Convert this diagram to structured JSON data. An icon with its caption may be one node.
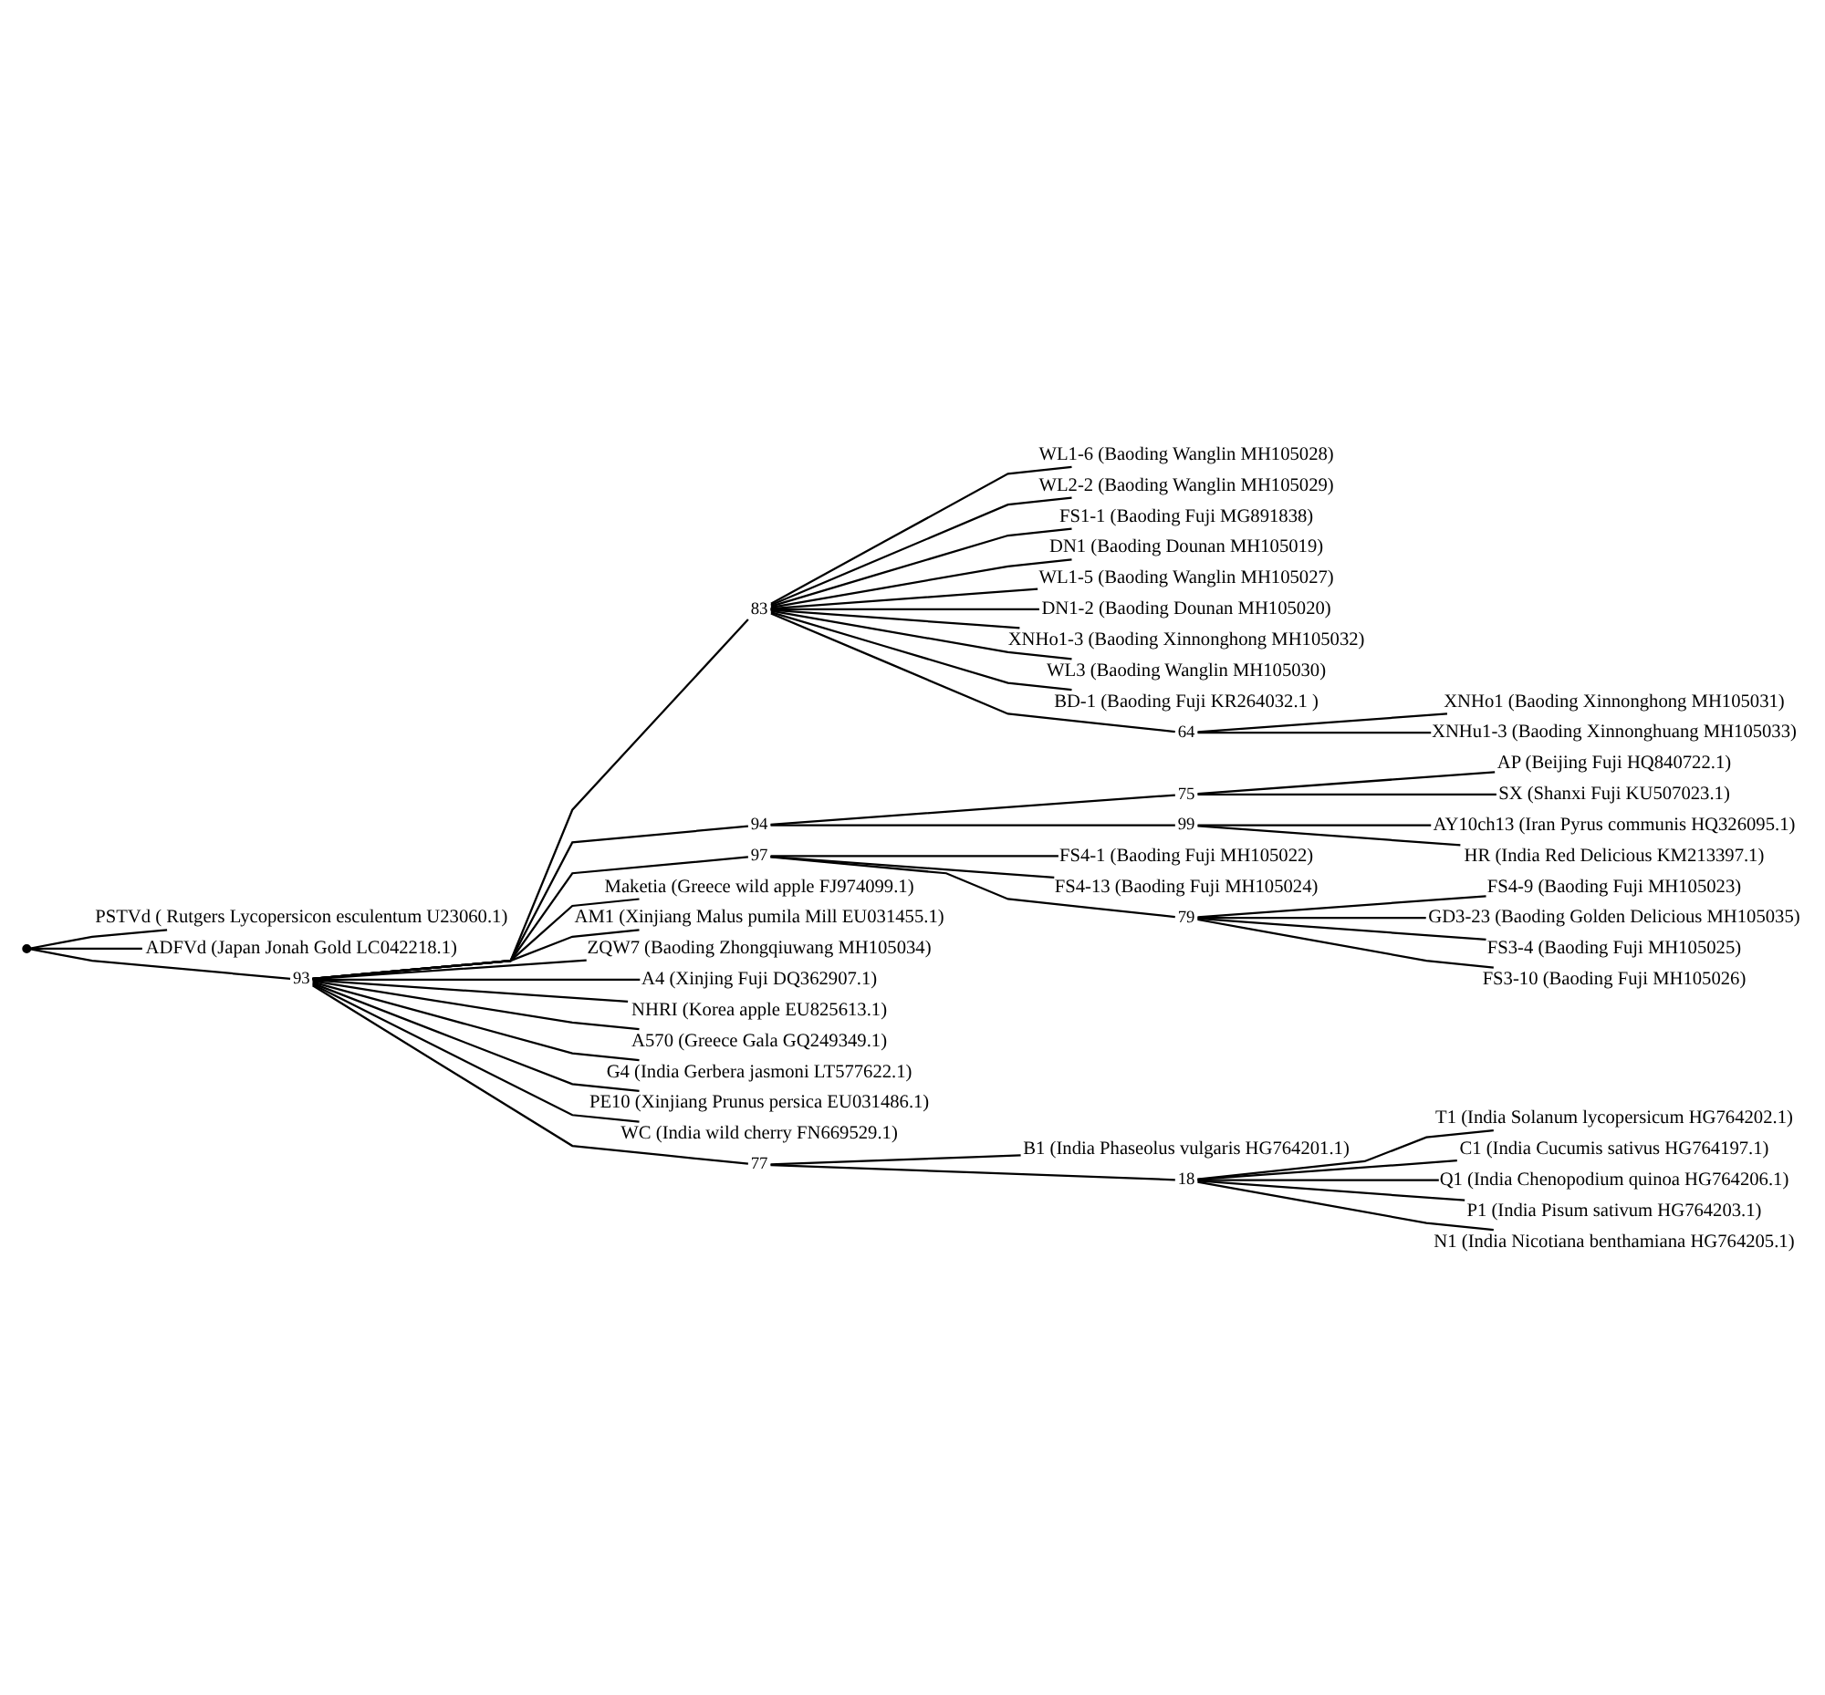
{
  "diagram": {
    "nodes": [
      {
        "text": [],
        "shape": "point"
      },
      {
        "text": [
          "PSTVd ( Rutgers Lycopersicon esculentum U23060.1)"
        ]
      },
      {
        "text": [
          "ADFVd (Japan Jonah Gold LC042218.1)"
        ]
      },
      {
        "text": [
          "93"
        ]
      },
      {
        "text": [
          "83"
        ]
      },
      {
        "text": [
          "WL1-6 (Baoding Wanglin MH105028)"
        ]
      },
      {
        "text": [
          "WL2-2 (Baoding Wanglin MH105029)"
        ]
      },
      {
        "text": [
          "FS1-1 (Baoding Fuji MG891838)"
        ]
      },
      {
        "text": [
          "DN1 (Baoding Dounan MH105019)"
        ]
      },
      {
        "text": [
          "WL1-5 (Baoding Wanglin MH105027)"
        ]
      },
      {
        "text": [
          "DN1-2 (Baoding Dounan MH105020)"
        ]
      },
      {
        "text": [
          "XNHo1-3 (Baoding Xinnonghong MH105032)"
        ]
      },
      {
        "text": [
          "WL3 (Baoding Wanglin MH105030)"
        ]
      },
      {
        "text": [
          "BD-1 (Baoding Fuji KR264032.1 )"
        ]
      },
      {
        "text": [
          "64"
        ]
      },
      {
        "text": [
          "XNHo1 (Baoding Xinnonghong MH105031)"
        ]
      },
      {
        "text": [
          "XNHu1-3 (Baoding Xinnonghuang MH105033)"
        ]
      },
      {
        "text": [
          "94"
        ]
      },
      {
        "text": [
          "75"
        ]
      },
      {
        "text": [
          "AP (Beijing Fuji HQ840722.1)"
        ]
      },
      {
        "text": [
          "SX (Shanxi Fuji KU507023.1)"
        ]
      },
      {
        "text": [
          "99"
        ]
      },
      {
        "text": [
          "AY10ch13 (Iran Pyrus communis HQ326095.1)"
        ]
      },
      {
        "text": [
          "HR (India Red Delicious KM213397.1)"
        ]
      },
      {
        "text": [
          "97"
        ]
      },
      {
        "text": [
          "FS4-1 (Baoding Fuji MH105022)"
        ]
      },
      {
        "text": [
          "FS4-13 (Baoding Fuji MH105024)"
        ]
      },
      {
        "text": [
          "79"
        ]
      },
      {
        "text": [
          "FS4-9 (Baoding Fuji MH105023)"
        ]
      },
      {
        "text": [
          "GD3-23 (Baoding Golden Delicious MH105035)"
        ]
      },
      {
        "text": [
          "FS3-4 (Baoding Fuji MH105025)"
        ]
      },
      {
        "text": [
          "FS3-10 (Baoding Fuji MH105026)"
        ]
      },
      {
        "text": [
          "Maketia (Greece wild apple FJ974099.1)"
        ]
      },
      {
        "text": [
          "AM1 (Xinjiang Malus pumila Mill EU031455.1)"
        ]
      },
      {
        "text": [
          "ZQW7 (Baoding Zhongqiuwang MH105034)"
        ]
      },
      {
        "text": [
          "A4 (Xinjing Fuji DQ362907.1)"
        ]
      },
      {
        "text": [
          "NHRI (Korea apple EU825613.1)"
        ]
      },
      {
        "text": [
          "A570 (Greece Gala GQ249349.1)"
        ]
      },
      {
        "text": [
          "G4 (India Gerbera jasmoni LT577622.1)"
        ]
      },
      {
        "text": [
          "PE10 (Xinjiang Prunus persica EU031486.1)"
        ]
      },
      {
        "text": [
          "WC (India wild cherry FN669529.1)"
        ]
      },
      {
        "text": [
          "77"
        ]
      },
      {
        "text": [
          "B1 (India Phaseolus vulgaris HG764201.1)"
        ]
      },
      {
        "text": [
          "18"
        ]
      },
      {
        "text": [
          "T1 (India Solanum lycopersicum HG764202.1)"
        ]
      },
      {
        "text": [
          "C1 (India Cucumis sativus HG764197.1)"
        ]
      },
      {
        "text": [
          "Q1 (India Chenopodium quinoa HG764206.1)"
        ]
      },
      {
        "text": [
          "P1 (India Pisum sativum HG764203.1)"
        ]
      },
      {
        "text": [
          "N1 (India Nicotiana benthamiana HG764205.1)"
        ]
      }
    ],
    "edges": [
      {
        "from": 0,
        "to": 1,
        "arrow": "none"
      },
      {
        "from": 0,
        "to": 2,
        "arrow": "none"
      },
      {
        "from": 0,
        "to": 3,
        "arrow": "none"
      },
      {
        "from": 3,
        "to": 4,
        "arrow": "none"
      },
      {
        "from": 4,
        "to": 5,
        "arrow": "none"
      },
      {
        "from": 4,
        "to": 6,
        "arrow": "none"
      },
      {
        "from": 4,
        "to": 7,
        "arrow": "none"
      },
      {
        "from": 4,
        "to": 8,
        "arrow": "none"
      },
      {
        "from": 4,
        "to": 9,
        "arrow": "none"
      },
      {
        "from": 4,
        "to": 10,
        "arrow": "none"
      },
      {
        "from": 4,
        "to": 11,
        "arrow": "none"
      },
      {
        "from": 4,
        "to": 12,
        "arrow": "none"
      },
      {
        "from": 4,
        "to": 13,
        "arrow": "none"
      },
      {
        "from": 4,
        "to": 14,
        "arrow": "none"
      },
      {
        "from": 14,
        "to": 15,
        "arrow": "none"
      },
      {
        "from": 14,
        "to": 16,
        "arrow": "none"
      },
      {
        "from": 3,
        "to": 17,
        "arrow": "none"
      },
      {
        "from": 17,
        "to": 18,
        "arrow": "none"
      },
      {
        "from": 18,
        "to": 19,
        "arrow": "none"
      },
      {
        "from": 18,
        "to": 20,
        "arrow": "none"
      },
      {
        "from": 17,
        "to": 21,
        "arrow": "none"
      },
      {
        "from": 21,
        "to": 22,
        "arrow": "none"
      },
      {
        "from": 21,
        "to": 23,
        "arrow": "none"
      },
      {
        "from": 3,
        "to": 24,
        "arrow": "none"
      },
      {
        "from": 24,
        "to": 25,
        "arrow": "none"
      },
      {
        "from": 24,
        "to": 26,
        "arrow": "none"
      },
      {
        "from": 24,
        "to": 27,
        "arrow": "none"
      },
      {
        "from": 27,
        "to": 28,
        "arrow": "none"
      },
      {
        "from": 27,
        "to": 29,
        "arrow": "none"
      },
      {
        "from": 27,
        "to": 30,
        "arrow": "none"
      },
      {
        "from": 27,
        "to": 31,
        "arrow": "none"
      },
      {
        "from": 3,
        "to": 32,
        "arrow": "none"
      },
      {
        "from": 3,
        "to": 33,
        "arrow": "none"
      },
      {
        "from": 3,
        "to": 34,
        "arrow": "none"
      },
      {
        "from": 3,
        "to": 35,
        "arrow": "none"
      },
      {
        "from": 3,
        "to": 36,
        "arrow": "none"
      },
      {
        "from": 3,
        "to": 37,
        "arrow": "none"
      },
      {
        "from": 3,
        "to": 38,
        "arrow": "none"
      },
      {
        "from": 3,
        "to": 39,
        "arrow": "none"
      },
      {
        "from": 3,
        "to": 40,
        "arrow": "none"
      },
      {
        "from": 3,
        "to": 41,
        "arrow": "none"
      },
      {
        "from": 41,
        "to": 42,
        "arrow": "none"
      },
      {
        "from": 41,
        "to": 43,
        "arrow": "none"
      },
      {
        "from": 43,
        "to": 44,
        "arrow": "none"
      },
      {
        "from": 43,
        "to": 45,
        "arrow": "none"
      },
      {
        "from": 43,
        "to": 46,
        "arrow": "none"
      },
      {
        "from": 43,
        "to": 47,
        "arrow": "none"
      },
      {
        "from": 43,
        "to": 48,
        "arrow": "none"
      }
    ]
  }
}
